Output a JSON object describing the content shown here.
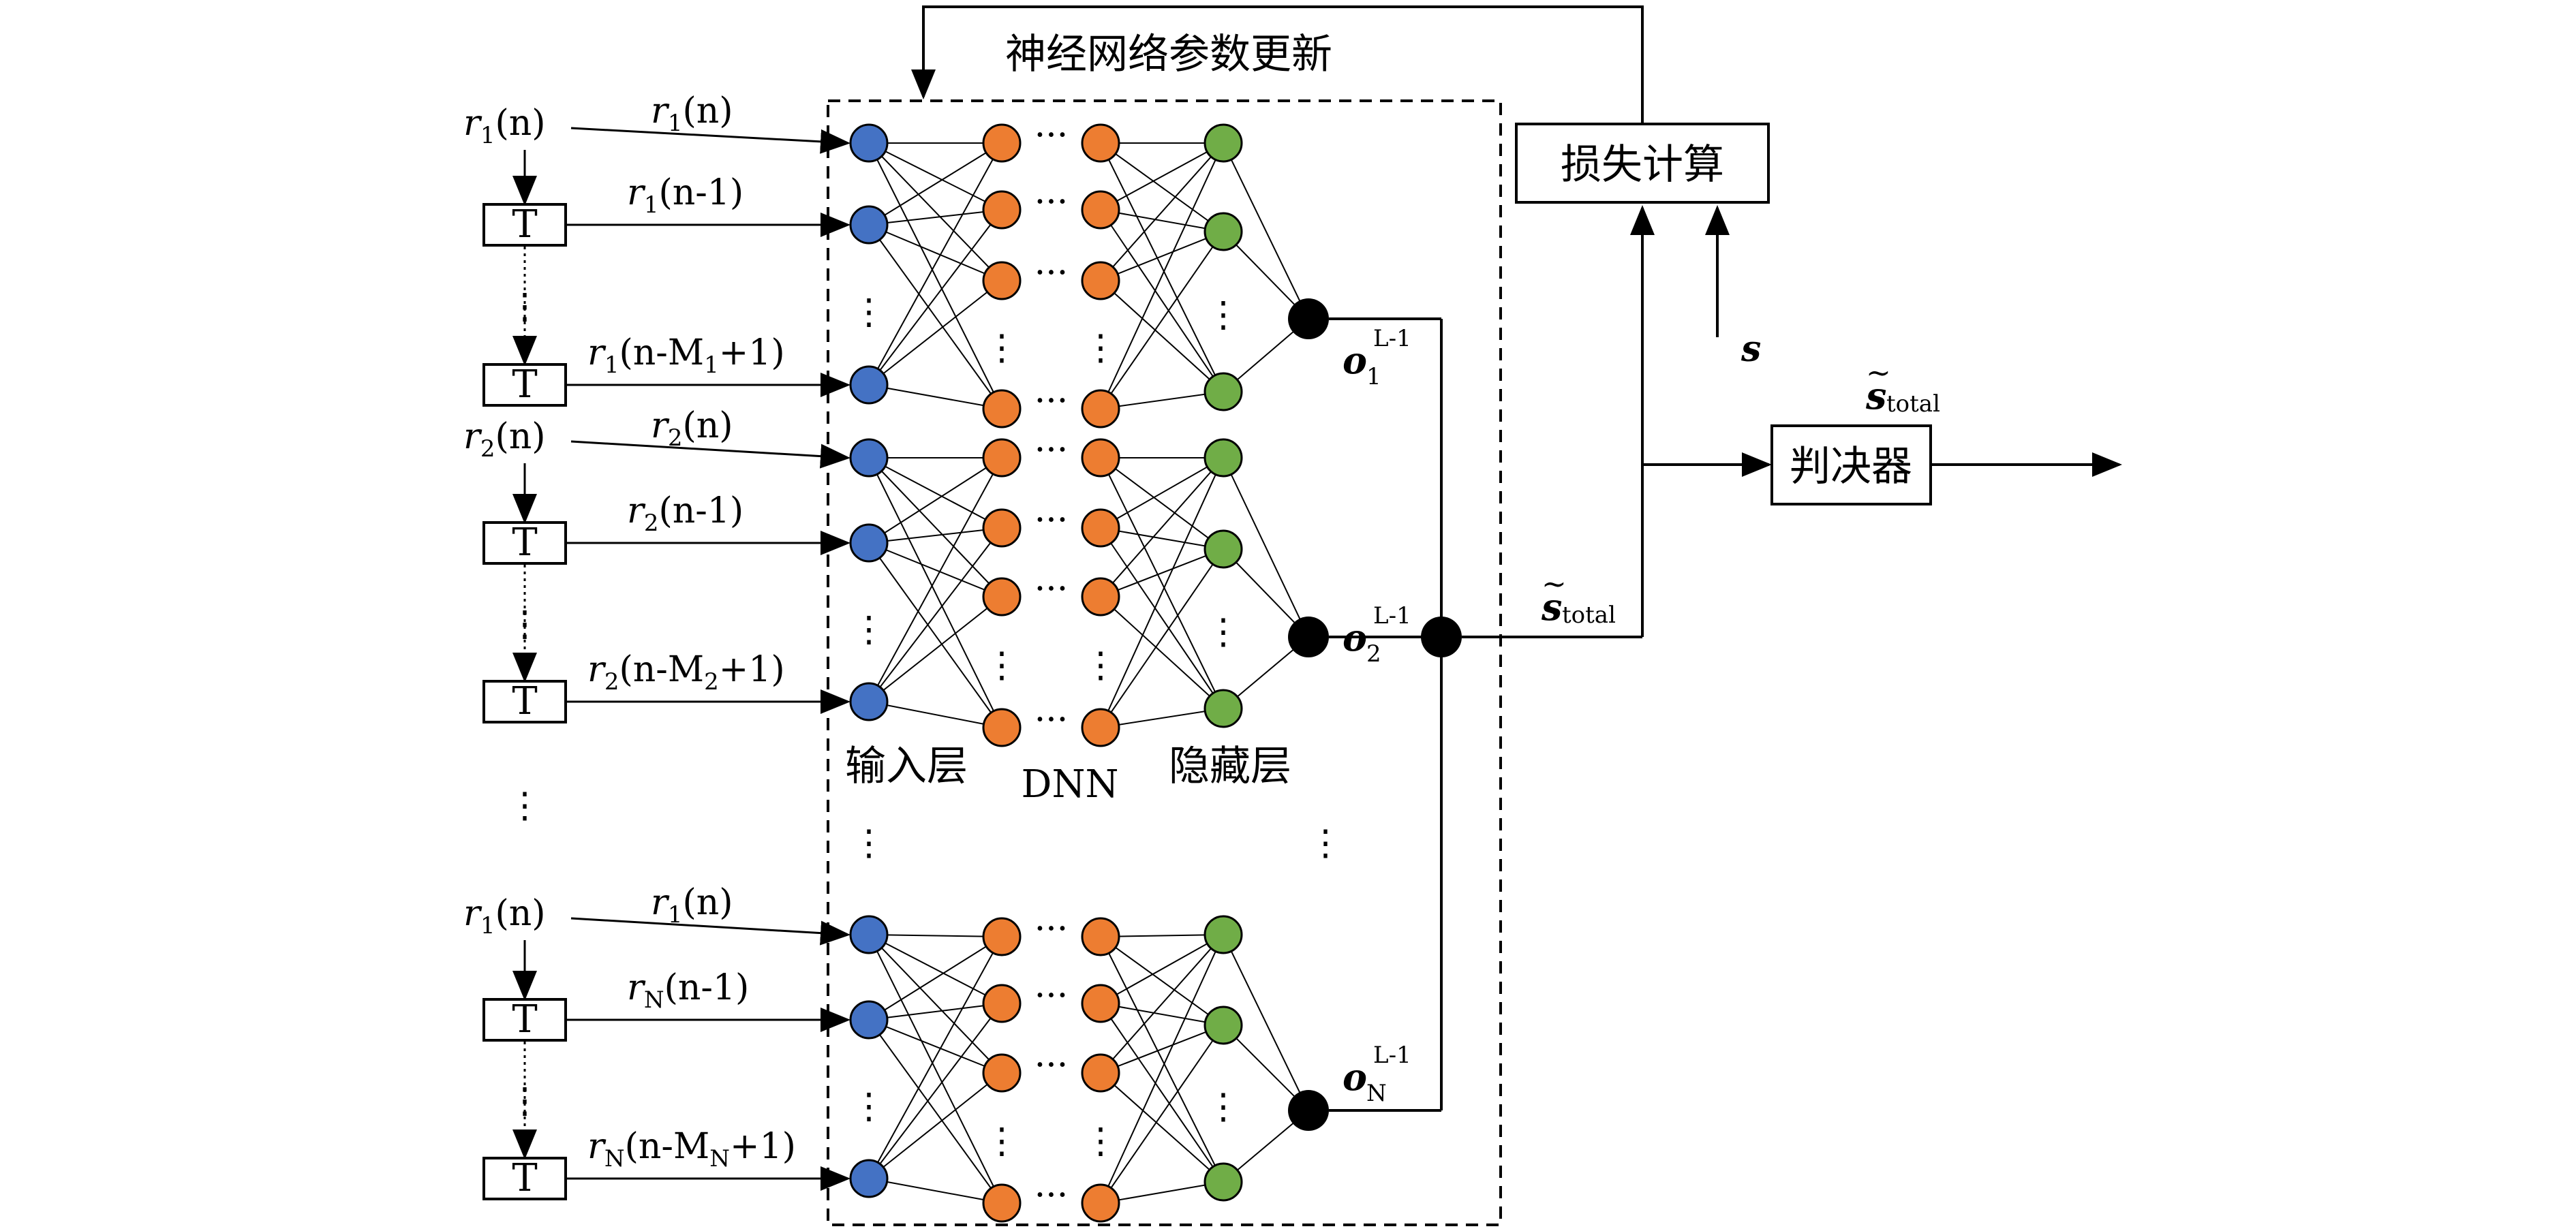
{
  "title": "神经网络参数更新",
  "loss_box": "损失计算",
  "decision_box": "判决器",
  "delay_label": "T",
  "layer_labels": {
    "input": "输入层",
    "middle": "DNN",
    "hidden": "隐藏层"
  },
  "s_label": "s",
  "s_total": {
    "main": "s",
    "tilde": "~",
    "sub": "total"
  },
  "outputs": [
    {
      "main": "o",
      "sub": "1",
      "sup": "L-1"
    },
    {
      "main": "o",
      "sub": "2",
      "sup": "L-1"
    },
    {
      "main": "o",
      "sub": "N",
      "sup": "L-1"
    }
  ],
  "groups": [
    {
      "source": {
        "r": "r",
        "sub": "1",
        "arg": "(n)"
      },
      "taps": [
        {
          "r": "r",
          "sub": "1",
          "arg": "(n)"
        },
        {
          "r": "r",
          "sub": "1",
          "arg": "(n-1)"
        },
        {
          "r": "r",
          "sub": "1",
          "arg": "(n-M",
          "msub": "1",
          "tail": "+1)"
        }
      ]
    },
    {
      "source": {
        "r": "r",
        "sub": "2",
        "arg": "(n)"
      },
      "taps": [
        {
          "r": "r",
          "sub": "2",
          "arg": "(n)"
        },
        {
          "r": "r",
          "sub": "2",
          "arg": "(n-1)"
        },
        {
          "r": "r",
          "sub": "2",
          "arg": "(n-M",
          "msub": "2",
          "tail": "+1)"
        }
      ]
    },
    {
      "source": {
        "r": "r",
        "sub": "1",
        "arg": "(n)"
      },
      "taps": [
        {
          "r": "r",
          "sub": "1",
          "arg": "(n)"
        },
        {
          "r": "r",
          "sub": "N",
          "arg": "(n-1)"
        },
        {
          "r": "r",
          "sub": "N",
          "arg": "(n-M",
          "msub": "N",
          "tail": "+1)"
        }
      ]
    }
  ],
  "ellipsis": "⋮",
  "hellipsis": "···",
  "colors": {
    "input_node": "#4472C4",
    "dnn_node": "#ED7D31",
    "hidden_node": "#70AD47",
    "output_node": "#000000",
    "line": "#000000"
  }
}
